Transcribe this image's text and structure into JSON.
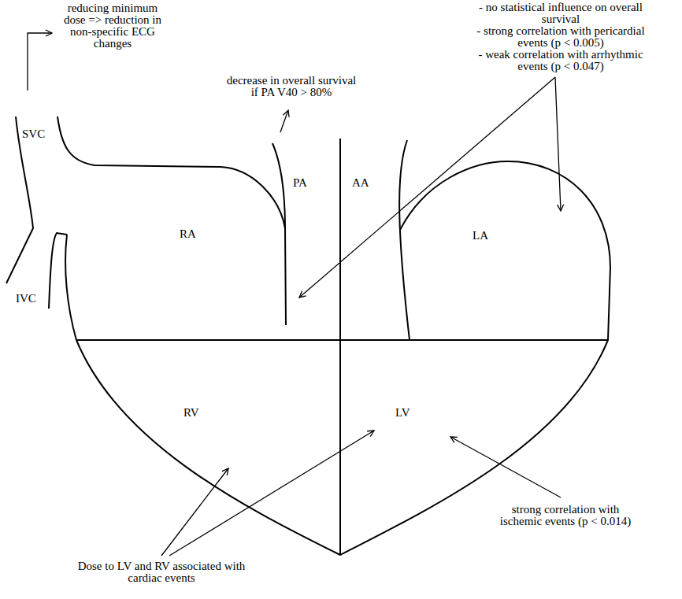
{
  "diagram": {
    "labels": [
      "reducing minimum dose => reduction in non-specific ECG changes",
      "decrease in overall survival if PA V40 > 80%",
      "- no statistical influence on overall survival",
      "- strong correlation with pericardial events (p < 0.005)",
      "- weak correlation with arrhythmic events (p < 0.047)",
      "SVC",
      "PA",
      "AA",
      "IVC",
      "RA",
      "LA",
      "RV",
      "LV",
      "strong correlation with ischemic events (p < 0.014)",
      "Dose to LV and RV associated with cardiac events"
    ]
  }
}
